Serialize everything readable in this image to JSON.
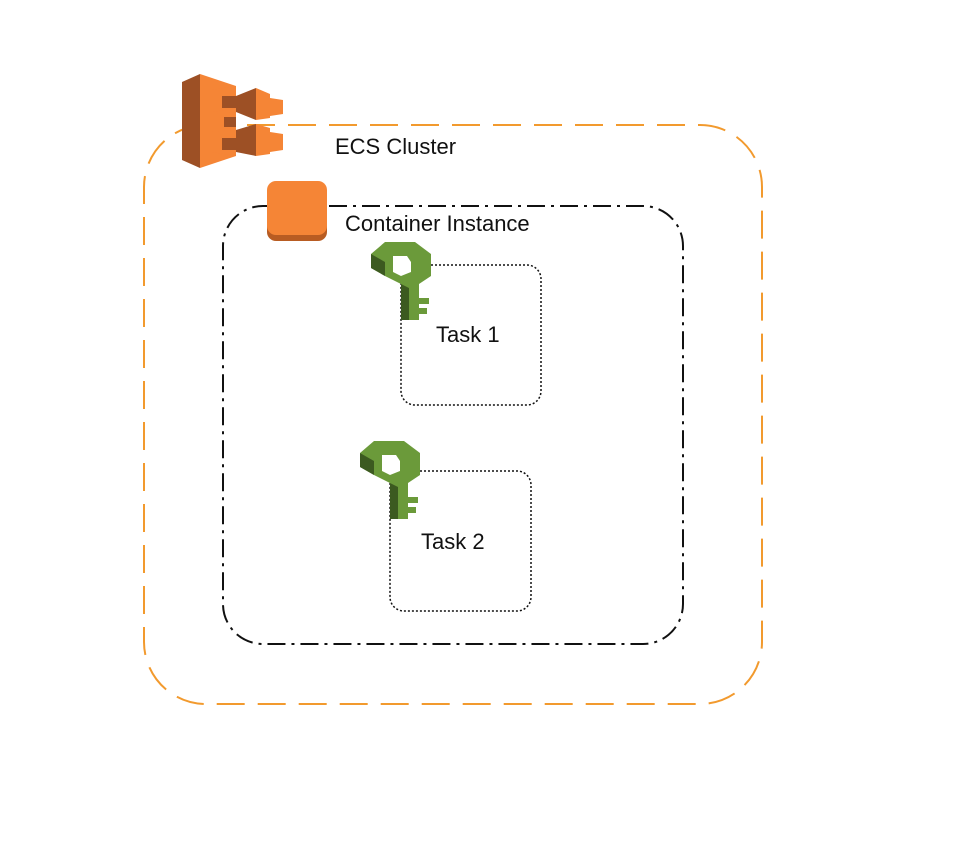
{
  "cluster": {
    "label": "ECS Cluster",
    "icon": "ecs-icon",
    "border_color": "#F29A2E"
  },
  "instance": {
    "label": "Container Instance",
    "icon": "ec2-instance-icon",
    "border_color": "#111111"
  },
  "tasks": [
    {
      "label": "Task 1",
      "icon": "task-icon"
    },
    {
      "label": "Task 2",
      "icon": "task-icon"
    }
  ],
  "colors": {
    "ecs_orange": "#F58536",
    "ecs_dark": "#9D5025",
    "task_green": "#6B9A3A",
    "task_dark": "#3C5A20"
  }
}
